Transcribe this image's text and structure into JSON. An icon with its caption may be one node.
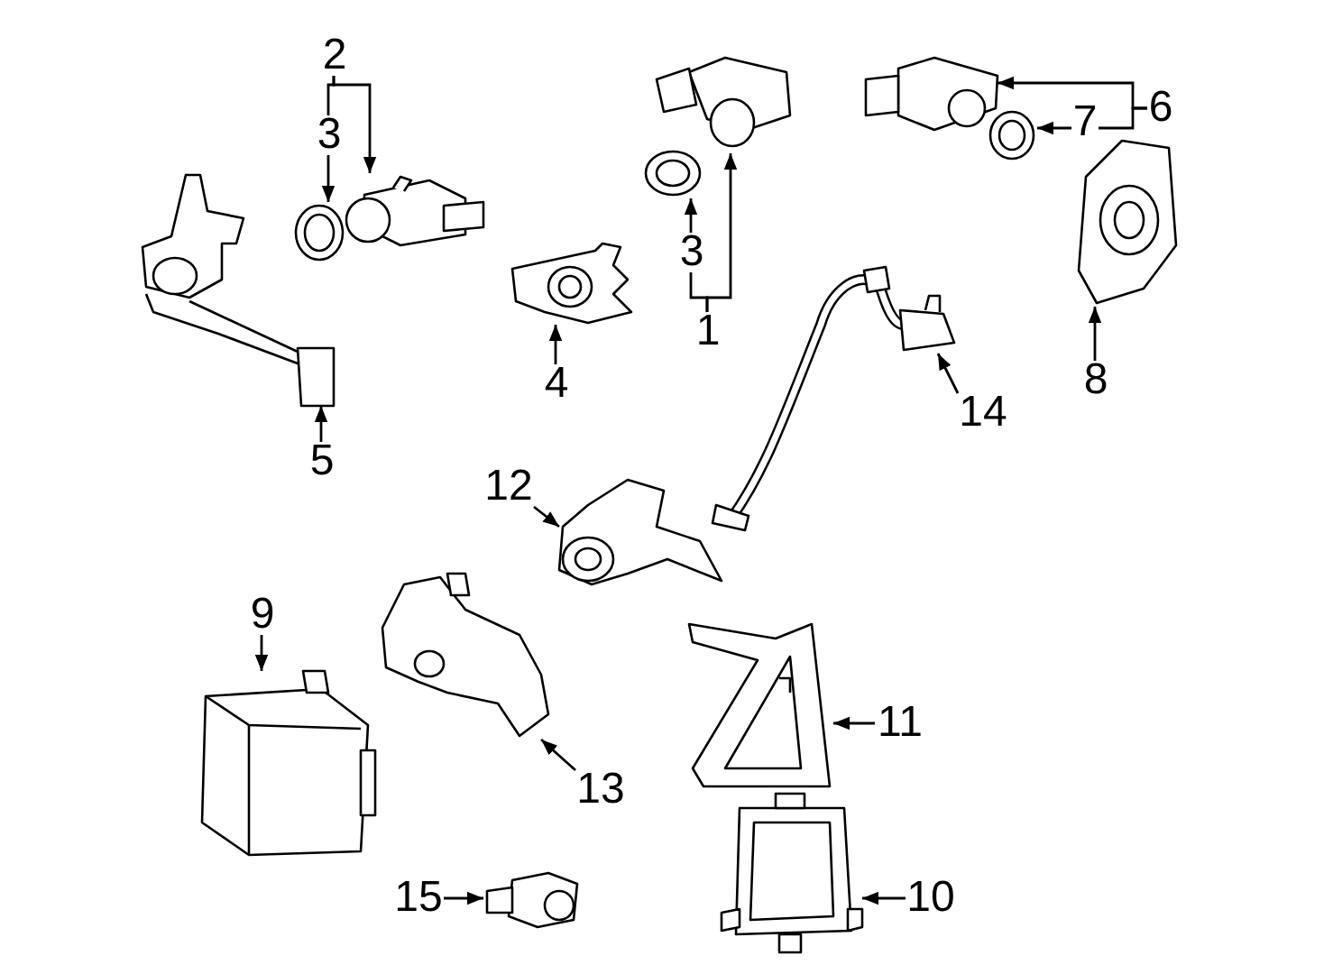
{
  "diagram": {
    "nodes": [
      {
        "text": [
          "2"
        ]
      },
      {
        "text": [
          "3"
        ]
      },
      {
        "text": [],
        "shape": "picture"
      },
      {
        "text": [],
        "shape": "picture"
      },
      {
        "text": [],
        "shape": "picture"
      },
      {
        "text": [],
        "shape": "picture"
      },
      {
        "text": [
          "3"
        ]
      },
      {
        "text": [
          "1"
        ]
      },
      {
        "text": [],
        "shape": "picture"
      },
      {
        "text": [
          "7"
        ]
      },
      {
        "text": [],
        "shape": "picture"
      },
      {
        "text": [
          "6"
        ]
      },
      {
        "text": [],
        "shape": "picture"
      },
      {
        "text": [],
        "shape": "picture"
      },
      {
        "text": [],
        "shape": "picture"
      },
      {
        "text": [
          "4"
        ]
      },
      {
        "text": [
          "5"
        ]
      },
      {
        "text": [
          "8"
        ]
      },
      {
        "text": [],
        "shape": "picture"
      },
      {
        "text": [
          "14"
        ]
      },
      {
        "text": [
          "12"
        ]
      },
      {
        "text": [],
        "shape": "picture"
      },
      {
        "text": [
          "9"
        ]
      },
      {
        "text": [],
        "shape": "picture"
      },
      {
        "text": [],
        "shape": "picture"
      },
      {
        "text": [],
        "shape": "picture"
      },
      {
        "text": [
          "11"
        ]
      },
      {
        "text": [
          "13"
        ]
      },
      {
        "text": [],
        "shape": "picture"
      },
      {
        "text": [
          "15"
        ]
      },
      {
        "text": [],
        "shape": "picture"
      },
      {
        "text": [
          "10"
        ]
      }
    ],
    "edges": [
      {
        "from": 0,
        "to": 3,
        "arrow": "to"
      },
      {
        "from": 0,
        "to": 1,
        "arrow": "none"
      },
      {
        "from": 1,
        "to": 2,
        "arrow": "to"
      },
      {
        "from": 7,
        "to": 4,
        "arrow": "to"
      },
      {
        "from": 7,
        "to": 6,
        "arrow": "none"
      },
      {
        "from": 6,
        "to": 5,
        "arrow": "to"
      },
      {
        "from": 11,
        "to": 8,
        "arrow": "to"
      },
      {
        "from": 11,
        "to": 9,
        "arrow": "none"
      },
      {
        "from": 9,
        "to": 10,
        "arrow": "to"
      },
      {
        "from": 15,
        "to": 13,
        "arrow": "to"
      },
      {
        "from": 16,
        "to": 12,
        "arrow": "to"
      },
      {
        "from": 17,
        "to": 14,
        "arrow": "to"
      },
      {
        "from": 19,
        "to": 18,
        "arrow": "to"
      },
      {
        "from": 20,
        "to": 21,
        "arrow": "to"
      },
      {
        "from": 22,
        "to": 25,
        "arrow": "to"
      },
      {
        "from": 27,
        "to": 23,
        "arrow": "to"
      },
      {
        "from": 26,
        "to": 24,
        "arrow": "to"
      },
      {
        "from": 29,
        "to": 30,
        "arrow": "to"
      },
      {
        "from": 31,
        "to": 28,
        "arrow": "to"
      }
    ]
  }
}
